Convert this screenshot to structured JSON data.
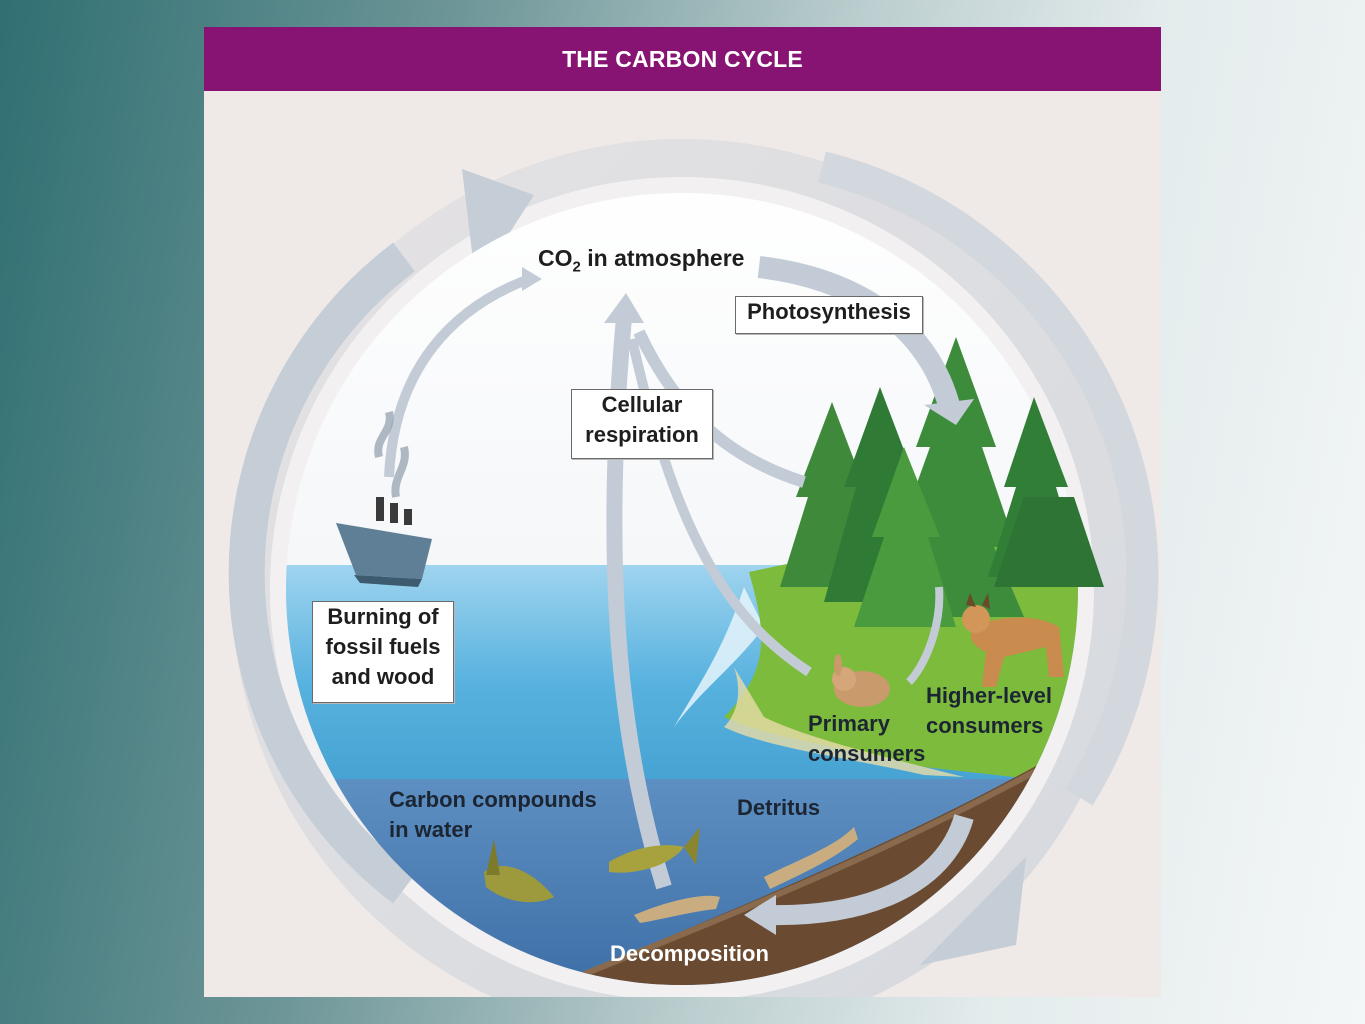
{
  "title": "THE CARBON CYCLE",
  "labels": {
    "co2_prefix": "CO",
    "co2_sub": "2",
    "co2_suffix": " in atmosphere",
    "photosynthesis": "Photosynthesis",
    "cellular_respiration_1": "Cellular",
    "cellular_respiration_2": "respiration",
    "burning_1": "Burning of",
    "burning_2": "fossil fuels",
    "burning_3": "and wood",
    "primary_1": "Primary",
    "primary_2": "consumers",
    "higher_1": "Higher-level",
    "higher_2": "consumers",
    "carbon_water_1": "Carbon compounds",
    "carbon_water_2": "in water",
    "detritus": "Detritus",
    "decomposition": "Decomposition"
  },
  "colors": {
    "title_bar": "#871472",
    "arrow": "#c3ccd6",
    "water": "#5bb3dd",
    "land": "#7dbb3c",
    "soil": "#6b4a32"
  }
}
